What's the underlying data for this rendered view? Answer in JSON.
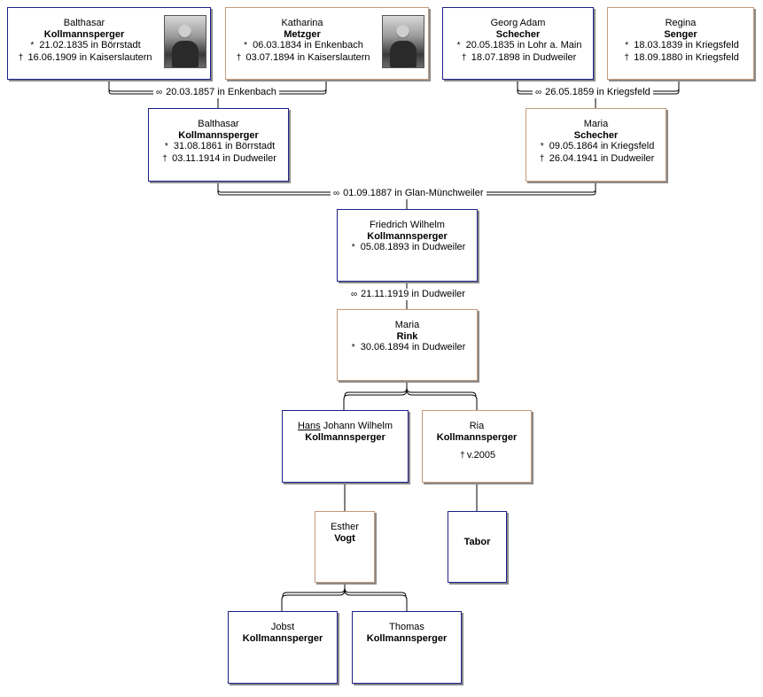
{
  "symbols": {
    "birth": "*",
    "death": "†",
    "marriage": "∞"
  },
  "persons": {
    "p1": {
      "given": "Balthasar",
      "surname": "Kollmannsperger",
      "birth": "21.02.1835 in Börrstadt",
      "death": "16.06.1909 in Kaiserslautern",
      "sex": "male",
      "photo": true
    },
    "p2": {
      "given": "Katharina",
      "surname": "Metzger",
      "birth": "06.03.1834 in Enkenbach",
      "death": "03.07.1894 in Kaiserslautern",
      "sex": "female",
      "photo": true
    },
    "p3": {
      "given": "Georg Adam",
      "surname": "Schecher",
      "birth": "20.05.1835 in Lohr a. Main",
      "death": "18.07.1898 in Dudweiler",
      "sex": "male"
    },
    "p4": {
      "given": "Regina",
      "surname": "Senger",
      "birth": "18.03.1839 in Kriegsfeld",
      "death": "18.09.1880 in Kriegsfeld",
      "sex": "female"
    },
    "p5": {
      "given": "Balthasar",
      "surname": "Kollmannsperger",
      "birth": "31.08.1861 in Börrstadt",
      "death": "03.11.1914 in Dudweiler",
      "sex": "male"
    },
    "p6": {
      "given": "Maria",
      "surname": "Schecher",
      "birth": "09.05.1864 in Kriegsfeld",
      "death": "26.04.1941 in Dudweiler",
      "sex": "female"
    },
    "p7": {
      "given": "Friedrich Wilhelm",
      "surname": "Kollmannsperger",
      "birth": "05.08.1893 in Dudweiler",
      "sex": "male"
    },
    "p8": {
      "given": "Maria",
      "surname": "Rink",
      "birth": "30.06.1894 in Dudweiler",
      "sex": "female"
    },
    "p9": {
      "given_underlined": "Hans",
      "given_rest": " Johann Wilhelm",
      "surname": "Kollmannsperger",
      "sex": "male"
    },
    "p10": {
      "given": "Ria",
      "surname": "Kollmannsperger",
      "death": "v.2005",
      "sex": "female"
    },
    "p11": {
      "given": "Esther",
      "surname": "Vogt",
      "sex": "female"
    },
    "p12": {
      "given": "",
      "surname": "Tabor",
      "sex": "male"
    },
    "p13": {
      "given": "Jobst",
      "surname": "Kollmannsperger",
      "sex": "male"
    },
    "p14": {
      "given": "Thomas",
      "surname": "Kollmannsperger",
      "sex": "male"
    }
  },
  "marriages": {
    "m1": "20.03.1857 in Enkenbach",
    "m2": "26.05.1859 in Kriegsfeld",
    "m3": "01.09.1887 in Glan-Münchweiler",
    "m4": "21.11.1919 in Dudweiler"
  }
}
